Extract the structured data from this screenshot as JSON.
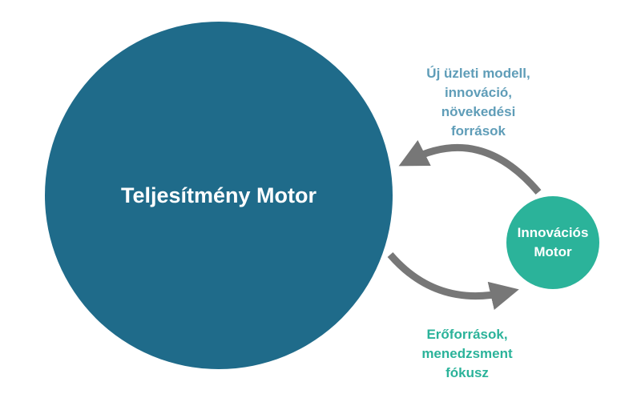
{
  "colors": {
    "background": "#ffffff",
    "performance_engine": "#1f6b8a",
    "innovation_engine": "#2bb39a",
    "arrow": "#777777",
    "top_label": "#5f9db8",
    "bottom_label": "#2bb39a",
    "circle_text": "#ffffff"
  },
  "nodes": {
    "performance_engine": {
      "label": "Teljesítmény Motor"
    },
    "innovation_engine": {
      "label_line1": "Innovációs",
      "label_line2": "Motor"
    }
  },
  "flows": {
    "top": {
      "direction": "innovation-to-performance",
      "lines": [
        "Új üzleti modell,",
        "innováció,",
        "növekedési",
        "források"
      ]
    },
    "bottom": {
      "direction": "performance-to-innovation",
      "lines": [
        "Erőforrások,",
        "menedzsment",
        "fókusz"
      ]
    }
  }
}
